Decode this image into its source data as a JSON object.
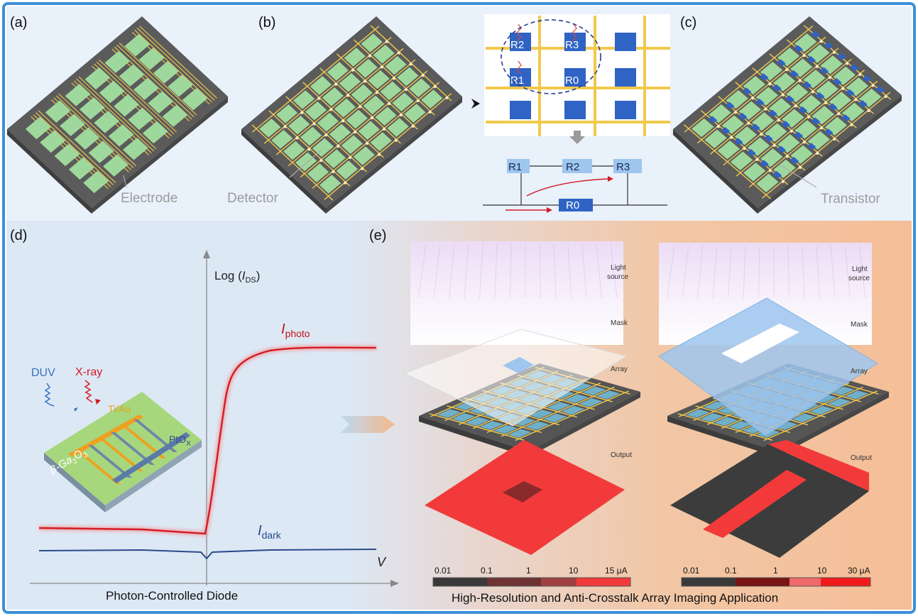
{
  "panels": {
    "a": {
      "label": "(a)",
      "callout": "Electrode"
    },
    "b": {
      "label": "(b)",
      "callout": "Detector"
    },
    "c": {
      "label": "(c)",
      "callout": "Transistor"
    },
    "d": {
      "label": "(d)",
      "caption": "Photon-Controlled Diode"
    },
    "e": {
      "label": "(e)",
      "caption": "High-Resolution and Anti-Crosstalk Array Imaging Application"
    }
  },
  "crosstalk": {
    "cells": [
      "R2",
      "R3",
      "R1",
      "R0"
    ],
    "circuit": [
      "R1",
      "R2",
      "R3",
      "R0"
    ]
  },
  "iv_plot": {
    "y_axis": {
      "main": "Log (",
      "italic": "I",
      "sub": "DS",
      "tail": ")"
    },
    "x_axis": "V",
    "photo_curve": {
      "italic": "I",
      "sub": "photo",
      "color": "#d31c24"
    },
    "dark_curve": {
      "italic": "I",
      "sub": "dark",
      "color": "#2a4a8a"
    }
  },
  "device": {
    "duv": "DUV",
    "xray": "X-ray",
    "electrode": "Ti/Au",
    "oxide_main": "PtO",
    "oxide_sub": "X",
    "substrate_pre": "β-Ga",
    "substrate_sub1": "2",
    "substrate_mid": "O",
    "substrate_sub2": "3"
  },
  "stack_labels": {
    "light_line1": "Light",
    "light_line2": "source",
    "mask": "Mask",
    "array": "Array",
    "output": "Output"
  },
  "scale_left": {
    "ticks": [
      "0.01",
      "0.1",
      "1",
      "10",
      "15 μA"
    ]
  },
  "scale_right": {
    "ticks": [
      "0.01",
      "0.1",
      "1",
      "10",
      "30 μA"
    ]
  },
  "colors": {
    "frame": "#3d8fd8",
    "top_bg": "#e9f1fb",
    "d_bg": "#dde8f5",
    "e_bg": "#f3c09a",
    "chip": "#5a5a5a",
    "pad": "#9fd89c",
    "wire": "#f2c94c",
    "cell": "#2f63c4",
    "output_red": "#f23a3a"
  }
}
